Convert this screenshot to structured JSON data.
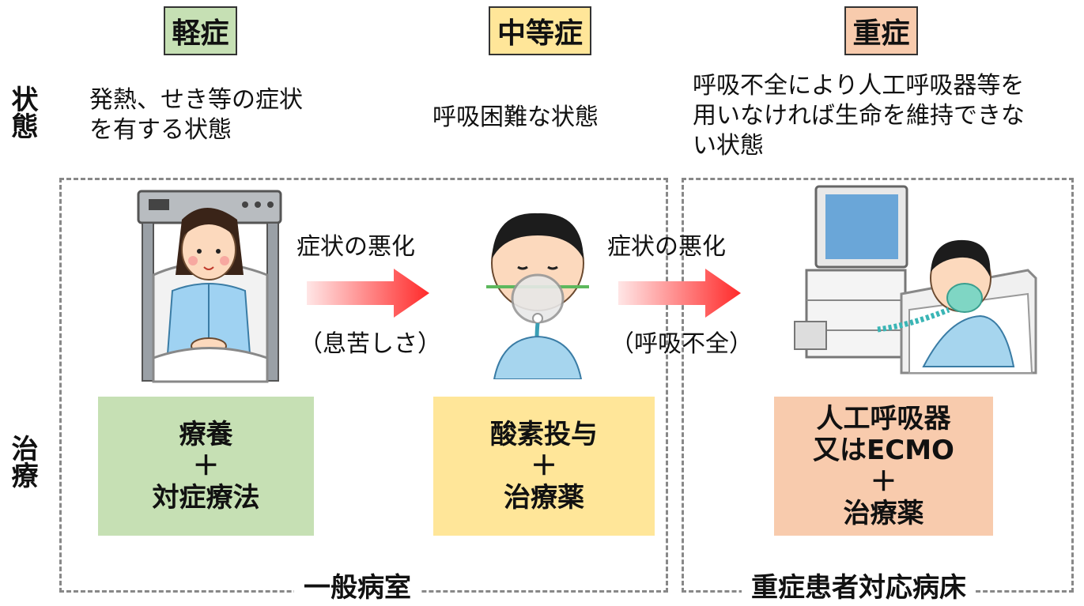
{
  "severity": {
    "mild": "軽症",
    "moderate": "中等症",
    "severe": "重症"
  },
  "row_labels": {
    "state": "状態",
    "treatment": "治療"
  },
  "states": {
    "mild": [
      "発熱、せき等の症状",
      "を有する状態"
    ],
    "moderate": [
      "呼吸困難な状態"
    ],
    "severe": [
      "呼吸不全により人工呼吸器等を",
      "用いなければ生命を維持できな",
      "い状態"
    ]
  },
  "arrows": [
    {
      "top": "症状の悪化",
      "bottom": "（息苦しさ）"
    },
    {
      "top": "症状の悪化",
      "bottom": "（呼吸不全）"
    }
  ],
  "treatments": {
    "mild": [
      "療養",
      "＋",
      "対症療法"
    ],
    "moderate": [
      "酸素投与",
      "＋",
      "治療薬"
    ],
    "severe": [
      "人工呼吸器",
      "又はECMO",
      "＋",
      "治療薬"
    ]
  },
  "wards": {
    "general": "一般病室",
    "icu": "重症患者対応病床"
  },
  "colors": {
    "mild": "#c6e0b4",
    "moderate": "#ffe699",
    "severe": "#f8cbad",
    "arrow": "#ff3030"
  }
}
